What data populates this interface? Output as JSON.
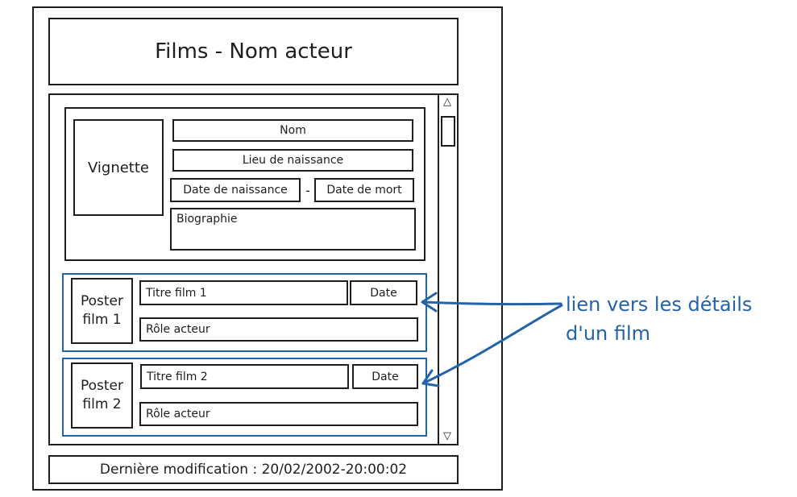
{
  "header": {
    "title": "Films - Nom acteur"
  },
  "actor": {
    "thumbnail_label": "Vignette",
    "name_field": "Nom",
    "birthplace_field": "Lieu de naissance",
    "birthdate_field": "Date de naissance",
    "date_separator": "-",
    "deathdate_field": "Date de mort",
    "biography_field": "Biographie"
  },
  "films": [
    {
      "poster_line1": "Poster",
      "poster_line2": "film 1",
      "title": "Titre film 1",
      "date": "Date",
      "role": "Rôle acteur"
    },
    {
      "poster_line1": "Poster",
      "poster_line2": "film 2",
      "title": "Titre film 2",
      "date": "Date",
      "role": "Rôle acteur"
    }
  ],
  "footer": {
    "last_modified": "Dernière modification : 20/02/2002-20:00:02"
  },
  "annotation": {
    "line1": "lien vers les détails",
    "line2": "d'un film"
  },
  "scrollbar": {
    "up_glyph": "△",
    "down_glyph": "▽"
  },
  "colors": {
    "link_annotation": "#2463a6",
    "stroke": "#1e1e1e"
  }
}
